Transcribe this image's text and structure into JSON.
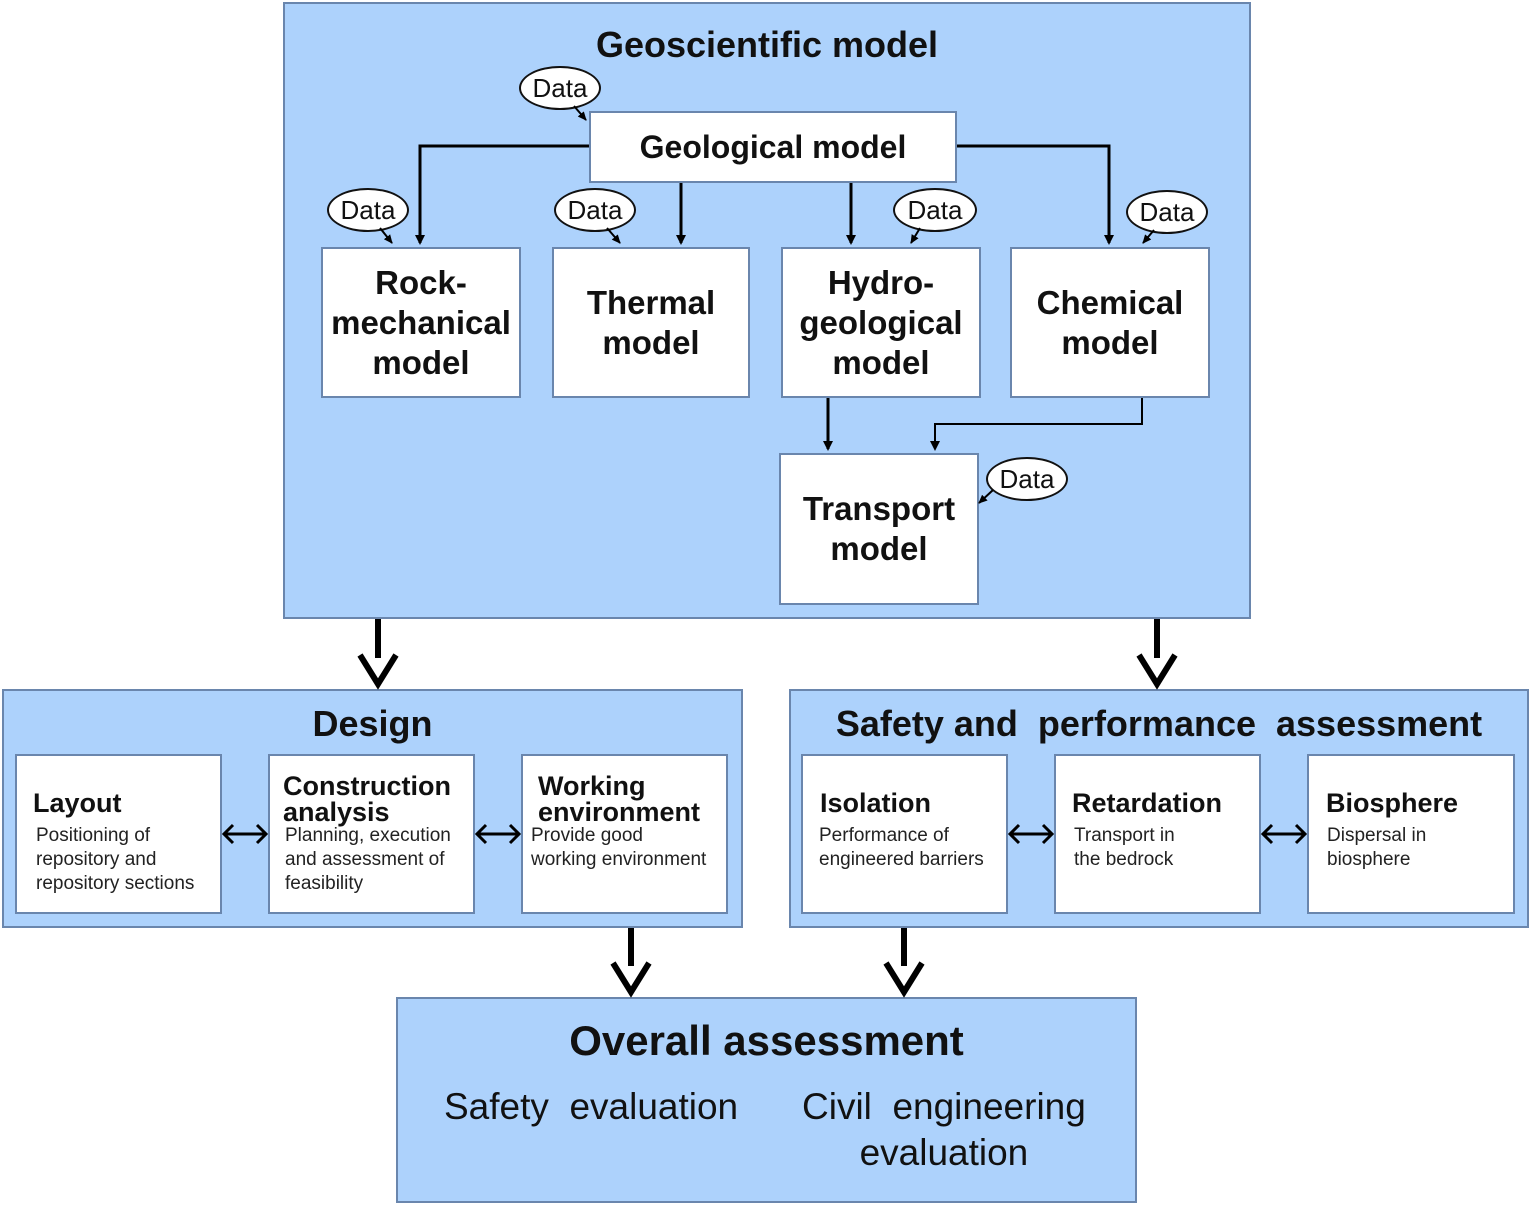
{
  "geoscientific": {
    "title": "Geoscientific model",
    "data_label": "Data",
    "geological": "Geological model",
    "rock": [
      "Rock-",
      "mechanical",
      "model"
    ],
    "thermal": [
      "Thermal",
      "model"
    ],
    "hydro": [
      "Hydro-",
      "geological",
      "model"
    ],
    "chemical": [
      "Chemical",
      "model"
    ],
    "transport": [
      "Transport",
      "model"
    ]
  },
  "design": {
    "title": "Design",
    "layout": {
      "heading": "Layout",
      "desc": [
        "Positioning of",
        "repository and",
        "repository sections"
      ]
    },
    "construction": {
      "heading": [
        "Construction",
        "analysis"
      ],
      "desc": [
        "Planning, execution",
        "and assessment of",
        "feasibility"
      ]
    },
    "working": {
      "heading": [
        "Working",
        "environment"
      ],
      "desc": [
        "Provide good",
        "working environment"
      ]
    }
  },
  "safety": {
    "title": "Safety and  performance  assessment",
    "isolation": {
      "heading": "Isolation",
      "desc": [
        "Performance of",
        "engineered barriers"
      ]
    },
    "retardation": {
      "heading": "Retardation",
      "desc": [
        "Transport in",
        "the bedrock"
      ]
    },
    "biosphere": {
      "heading": "Biosphere",
      "desc": [
        "Dispersal in",
        "biosphere"
      ]
    }
  },
  "overall": {
    "title": "Overall assessment",
    "safety_eval": "Safety  evaluation",
    "civil_eval": [
      "Civil  engineering",
      "evaluation"
    ]
  }
}
